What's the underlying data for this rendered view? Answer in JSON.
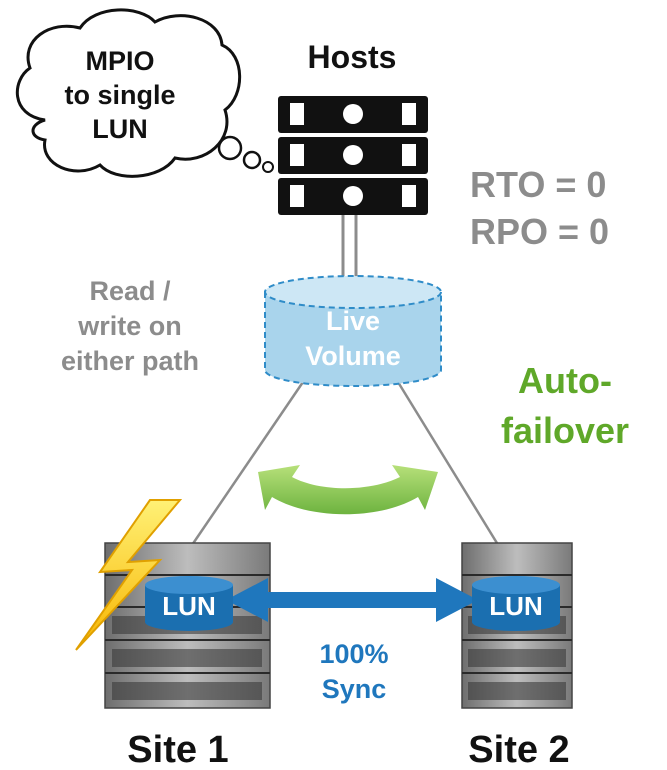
{
  "thought_bubble": {
    "lines": [
      "MPIO",
      "to single",
      "LUN"
    ]
  },
  "hosts": {
    "title": "Hosts"
  },
  "objectives": {
    "rto": "RTO = 0",
    "rpo": "RPO = 0"
  },
  "path_note": {
    "lines": [
      "Read /",
      "write on",
      "either path"
    ]
  },
  "live_volume": {
    "lines": [
      "Live",
      "Volume"
    ]
  },
  "failover": {
    "lines": [
      "Auto-",
      "failover"
    ]
  },
  "site1": {
    "label": "Site 1",
    "lun": "LUN"
  },
  "site2": {
    "label": "Site 2",
    "lun": "LUN"
  },
  "sync": {
    "lines": [
      "100%",
      "Sync"
    ]
  },
  "colors": {
    "text_dark": "#111111",
    "text_gray": "#8c8c8c",
    "failover_green": "#5fa829",
    "sync_blue": "#1f77bd",
    "lun_blue": "#1b6fb0",
    "volume_fill": "#a9d4ec",
    "volume_stroke": "#2f8cc8",
    "arrow_green": "#8cc63f",
    "bolt_yellow": "#ffd21f"
  },
  "icons": [
    "thought-bubble-icon",
    "server-rack-icon",
    "database-cylinder-icon",
    "lightning-bolt-icon",
    "double-arrow-icon",
    "curved-arrows-icon",
    "storage-array-icon"
  ]
}
